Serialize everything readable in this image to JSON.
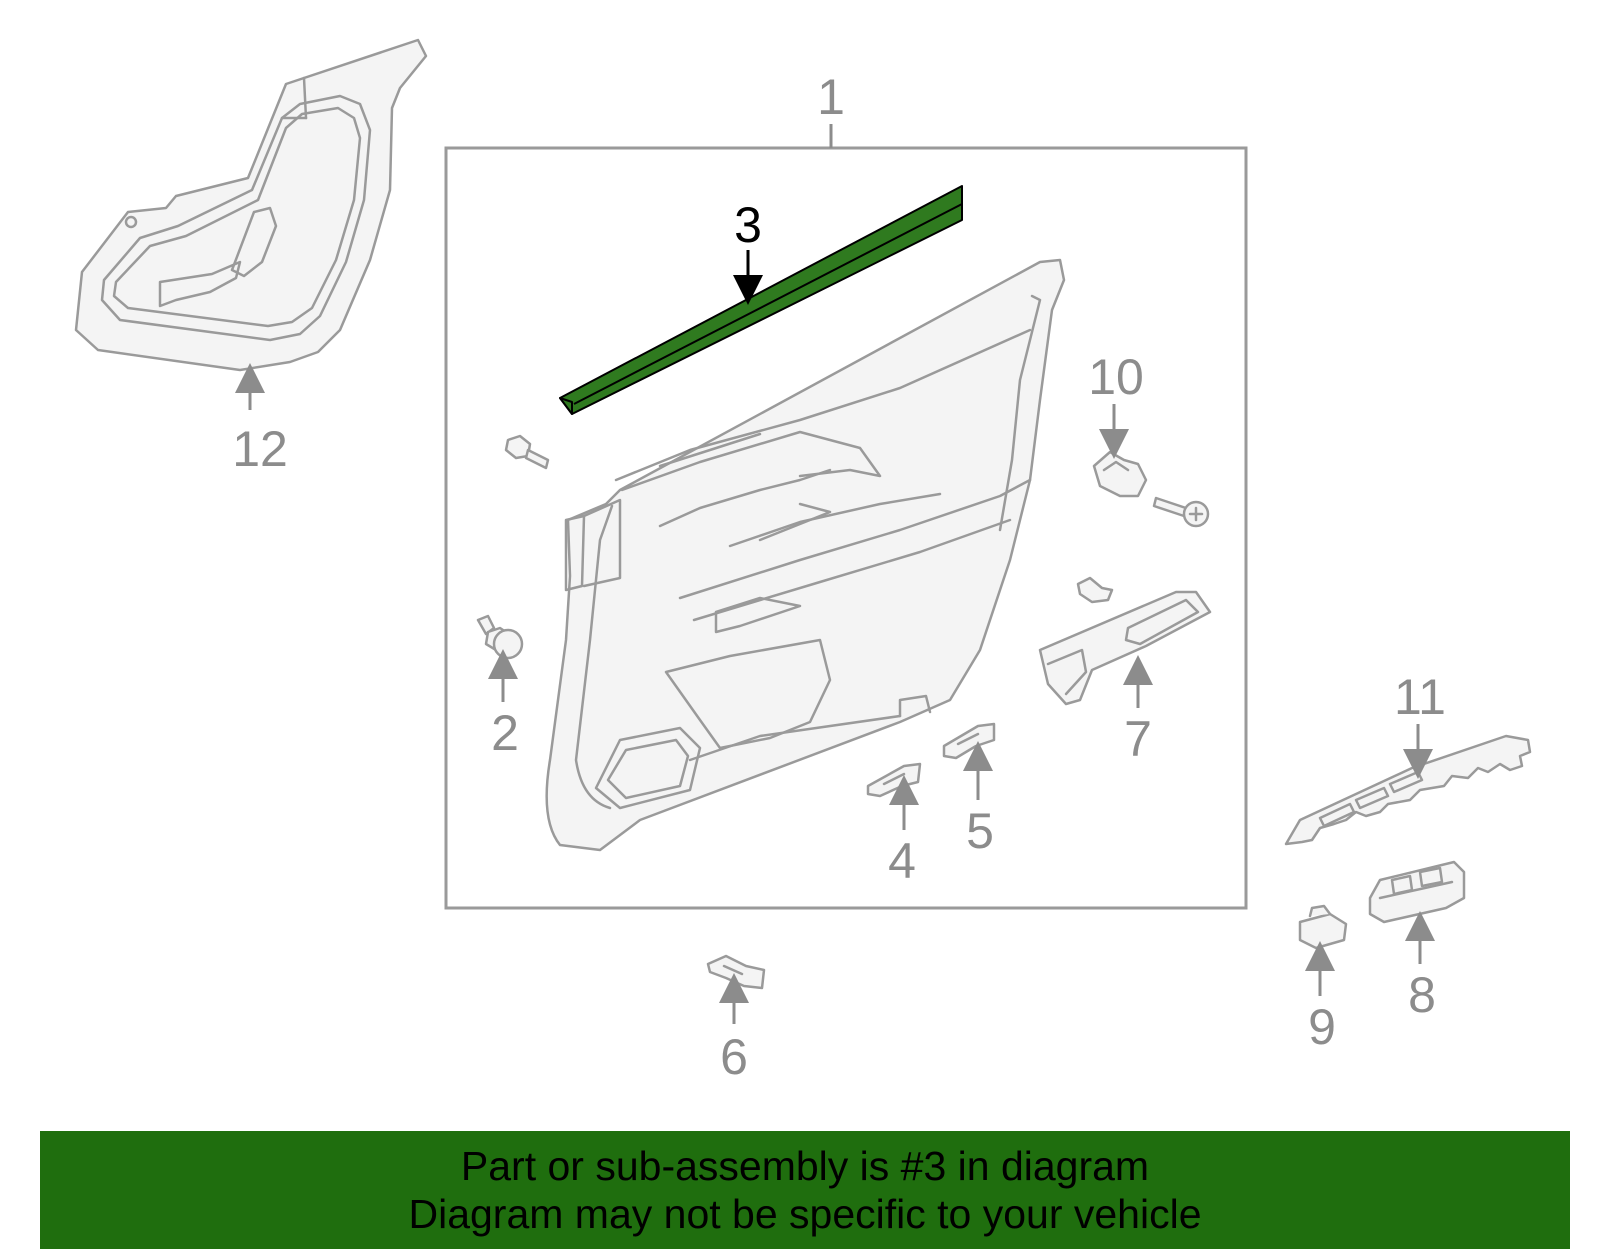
{
  "colors": {
    "highlight": "#2f7a1f",
    "banner_bg": "#1f6e0e",
    "outline": "#9a9a9a",
    "callout_gray": "#8c8c8c",
    "callout_highlight": "#000000"
  },
  "callouts": {
    "c1": "1",
    "c2": "2",
    "c3": "3",
    "c4": "4",
    "c5": "5",
    "c6": "6",
    "c7": "7",
    "c8": "8",
    "c9": "9",
    "c10": "10",
    "c11": "11",
    "c12": "12"
  },
  "highlighted_part": "3",
  "banner": {
    "line1": "Part or sub-assembly is #3 in diagram",
    "line2": "Diagram may not be specific to your vehicle"
  }
}
